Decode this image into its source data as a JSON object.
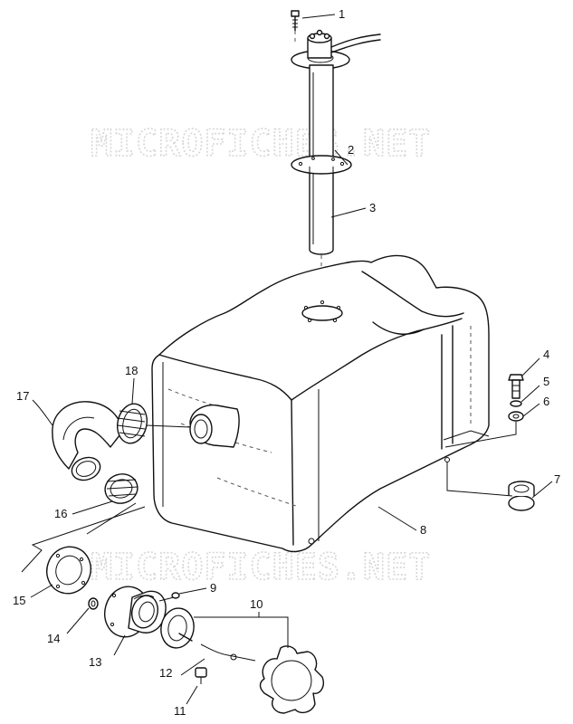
{
  "watermark": {
    "text_top": "MICROFICHES.NET",
    "text_bottom": "MICROFICHES.NET"
  },
  "callouts": [
    {
      "id": "1",
      "label": "1"
    },
    {
      "id": "2",
      "label": "2"
    },
    {
      "id": "3",
      "label": "3"
    },
    {
      "id": "4",
      "label": "4"
    },
    {
      "id": "5",
      "label": "5"
    },
    {
      "id": "6",
      "label": "6"
    },
    {
      "id": "7",
      "label": "7"
    },
    {
      "id": "8",
      "label": "8"
    },
    {
      "id": "9",
      "label": "9"
    },
    {
      "id": "10",
      "label": "10"
    },
    {
      "id": "11",
      "label": "11"
    },
    {
      "id": "12",
      "label": "12"
    },
    {
      "id": "13",
      "label": "13"
    },
    {
      "id": "14",
      "label": "14"
    },
    {
      "id": "15",
      "label": "15"
    },
    {
      "id": "16",
      "label": "16"
    },
    {
      "id": "17",
      "label": "17"
    },
    {
      "id": "18",
      "label": "18"
    }
  ]
}
